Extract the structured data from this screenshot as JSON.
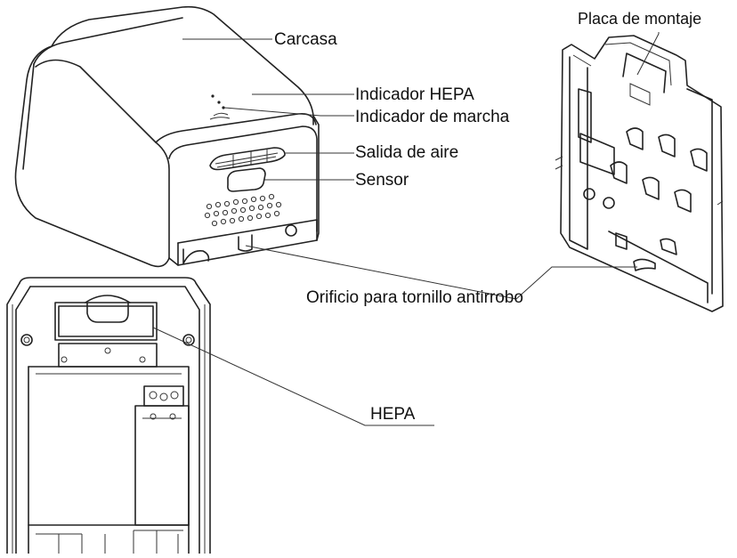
{
  "labels": {
    "carcasa": "Carcasa",
    "indicador_hepa": "Indicador HEPA",
    "indicador_marcha": "Indicador de marcha",
    "salida_aire": "Salida de aire",
    "sensor": "Sensor",
    "placa_montaje": "Placa de montaje",
    "orificio": "Orificio para tornillo antirrobo",
    "hepa": "HEPA"
  },
  "colors": {
    "ink": "#222222",
    "background": "#ffffff"
  }
}
